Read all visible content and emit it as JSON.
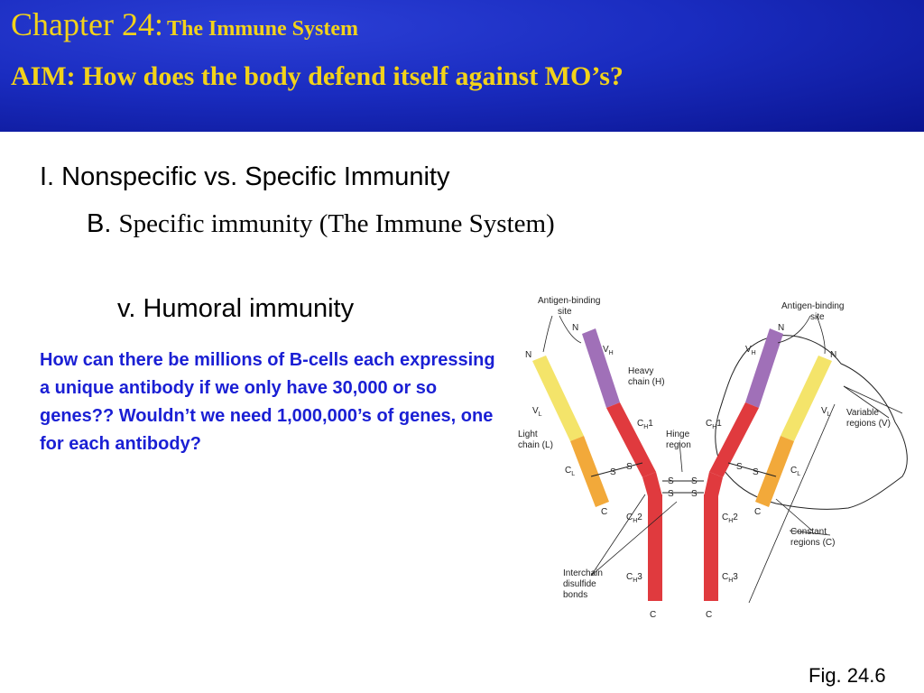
{
  "header": {
    "chapter": "Chapter 24:",
    "chapter_subtitle": "The Immune System",
    "aim": "AIM: How does the body defend itself  against MO’s?"
  },
  "outline": {
    "heading_1": "I. Nonspecific vs. Specific Immunity",
    "heading_2_prefix": "B.",
    "heading_2_text": "Specific immunity (The Immune System)",
    "heading_3": "v. Humoral immunity"
  },
  "question": "How can there be millions of B-cells each expressing a unique antibody if we only have 30,000 or so genes?? Wouldn’t we need 1,000,000’s of genes, one for each antibody?",
  "figure_caption": "Fig. 24.6",
  "diagram": {
    "labels": {
      "antigen_site_left": [
        "Antigen-binding",
        "site"
      ],
      "antigen_site_right": [
        "Antigen-binding",
        "site"
      ],
      "n": "N",
      "c": "C",
      "vh": "V",
      "vl": "V",
      "heavy_chain": [
        "Heavy",
        "chain (H)"
      ],
      "light_chain": [
        "Light",
        "chain (L)"
      ],
      "ch1": "C",
      "ch2": "C",
      "ch3": "C",
      "cl": "C",
      "hinge": [
        "Hinge",
        "region"
      ],
      "variable": [
        "Variable",
        "regions (V)"
      ],
      "constant": [
        "Constant",
        "regions (C)"
      ],
      "interchain": [
        "Interchain",
        "disulfide",
        "bonds"
      ],
      "ss": "S",
      "sub_h": "H",
      "sub_l": "L",
      "n1": "1",
      "n2": "2",
      "n3": "3"
    },
    "colors": {
      "heavy_variable": "#a070b8",
      "heavy_constant": "#e03a3e",
      "light_variable": "#f4e46a",
      "light_constant": "#f2a93a"
    }
  }
}
